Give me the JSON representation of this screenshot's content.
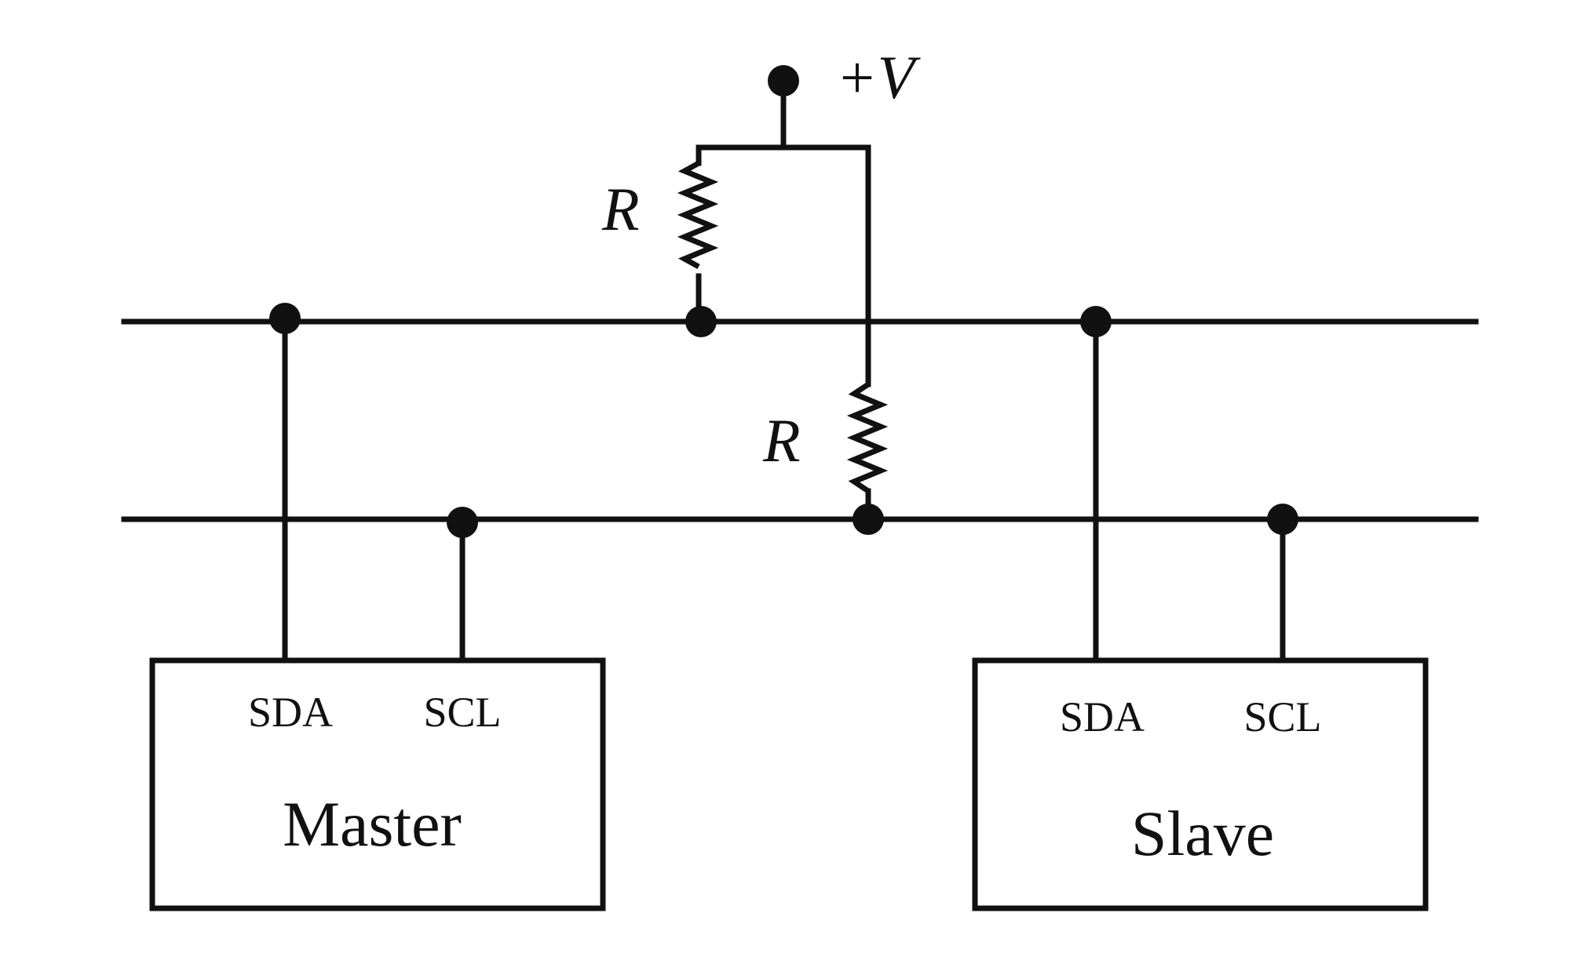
{
  "supply": {
    "label": "+V"
  },
  "resistors": [
    {
      "id": "r1",
      "label": "R"
    },
    {
      "id": "r2",
      "label": "R"
    }
  ],
  "devices": [
    {
      "id": "master",
      "name": "Master",
      "pins": [
        "SDA",
        "SCL"
      ]
    },
    {
      "id": "slave",
      "name": "Slave",
      "pins": [
        "SDA",
        "SCL"
      ]
    }
  ]
}
